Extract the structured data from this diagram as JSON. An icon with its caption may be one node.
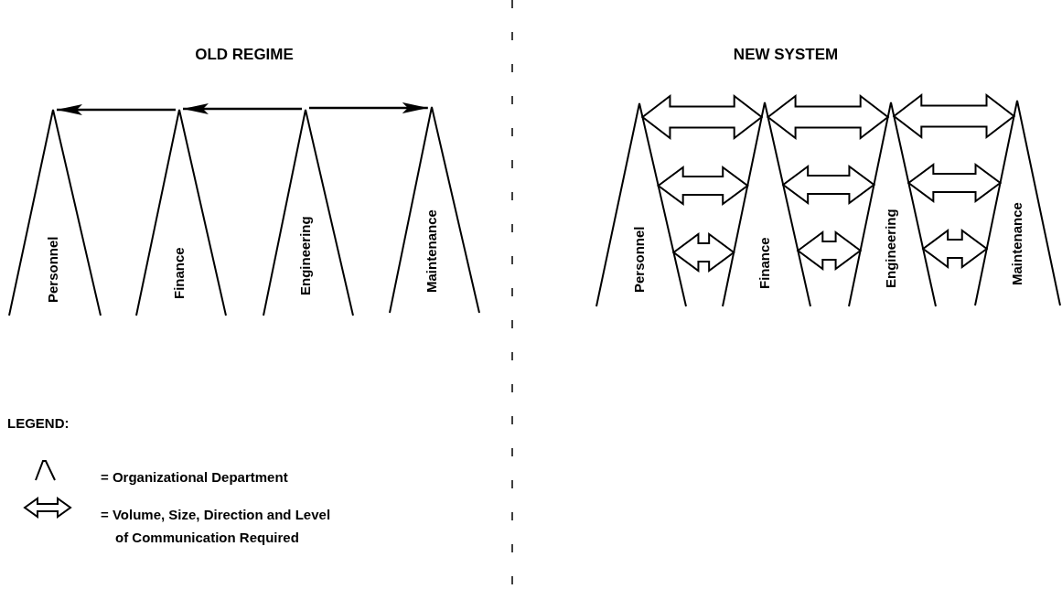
{
  "diagram": {
    "nodes": [
      {
        "text": [
          "Personnel"
        ]
      },
      {
        "text": [
          "Finance"
        ]
      },
      {
        "text": [
          "Engineering"
        ]
      },
      {
        "text": [
          "Maintenance"
        ]
      },
      {
        "text": [
          "Personnel"
        ]
      },
      {
        "text": [
          "Finance"
        ]
      },
      {
        "text": [
          "Engineering"
        ]
      },
      {
        "text": [
          "Maintenance"
        ]
      }
    ],
    "edges": [
      {
        "from": 1,
        "to": 0,
        "arrow": "to"
      },
      {
        "from": 2,
        "to": 1,
        "arrow": "to"
      },
      {
        "from": 2,
        "to": 3,
        "arrow": "to"
      },
      {
        "from": 4,
        "to": 5,
        "arrow": "both",
        "style": "thick"
      },
      {
        "from": 5,
        "to": 6,
        "arrow": "both",
        "style": "thick"
      },
      {
        "from": 6,
        "to": 7,
        "arrow": "both",
        "style": "thick"
      },
      {
        "from": 4,
        "to": 5,
        "arrow": "both",
        "style": "thick"
      },
      {
        "from": 5,
        "to": 6,
        "arrow": "both",
        "style": "thick"
      },
      {
        "from": 6,
        "to": 7,
        "arrow": "both",
        "style": "thick"
      },
      {
        "from": 4,
        "to": 5,
        "arrow": "both",
        "style": "thick"
      },
      {
        "from": 5,
        "to": 6,
        "arrow": "both",
        "style": "thick"
      },
      {
        "from": 6,
        "to": 7,
        "arrow": "both",
        "style": "thick"
      }
    ],
    "labels": [
      "OLD REGIME",
      "NEW SYSTEM",
      "LEGEND:"
    ],
    "legend": [
      {
        "text": "= Organizational Department"
      },
      {
        "text": "= Volume, Size, Direction and Level of Communication Required"
      }
    ]
  }
}
